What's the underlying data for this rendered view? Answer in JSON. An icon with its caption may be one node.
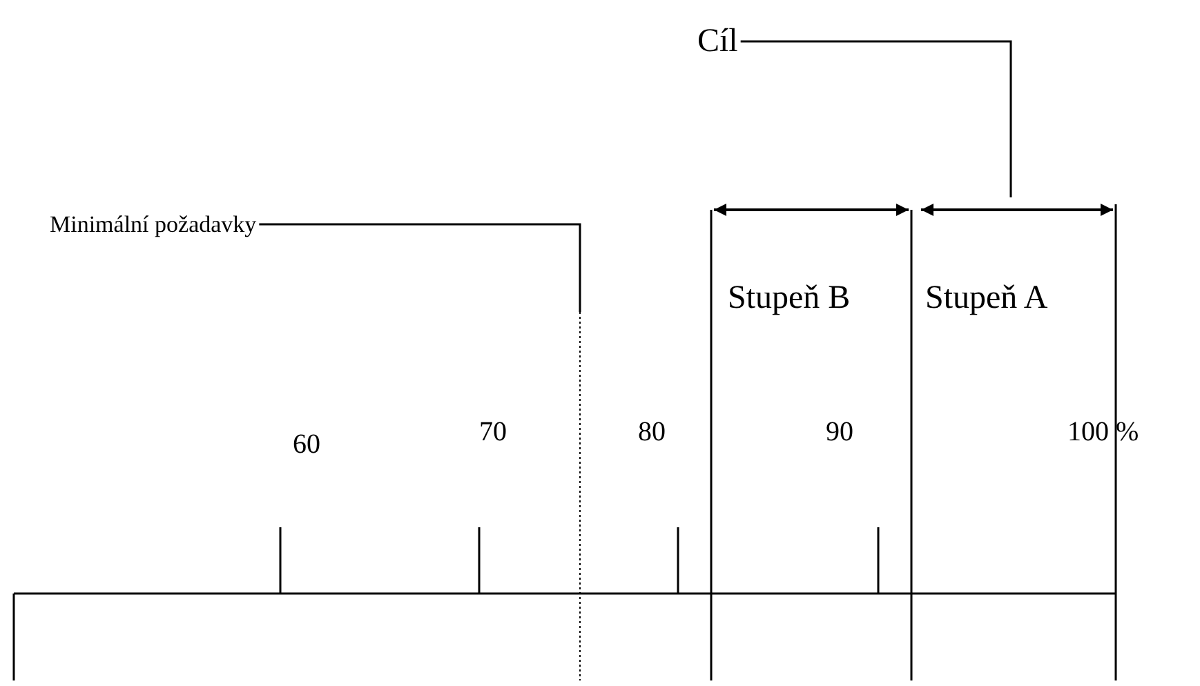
{
  "diagram": {
    "nodes": [
      {
        "text": [
          "Cíl"
        ]
      },
      {
        "text": [
          "Minimální požadavky"
        ]
      }
    ],
    "edges": [
      {
        "from": 0,
        "to": null,
        "arrow": "none"
      },
      {
        "from": 1,
        "to": null,
        "arrow": "none"
      }
    ],
    "labels": [
      "Stupeň B",
      "Stupeň A",
      "60",
      "70",
      "80",
      "90",
      "100 %"
    ]
  }
}
